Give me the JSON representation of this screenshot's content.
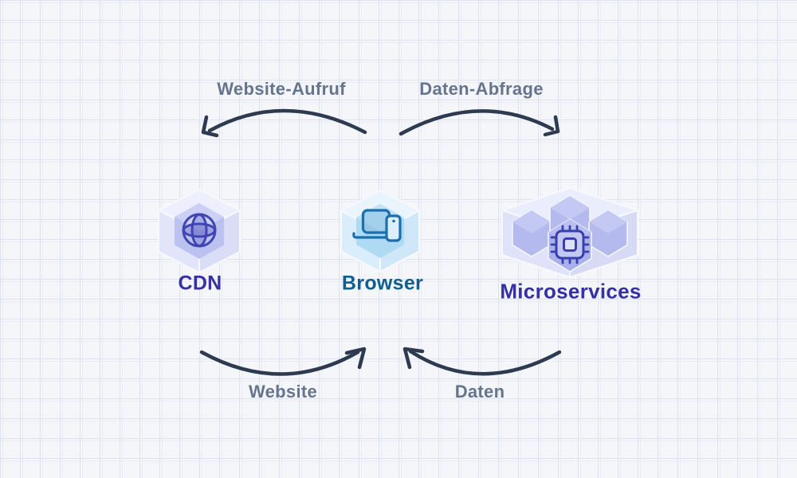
{
  "diagram": {
    "nodes": [
      {
        "id": "cdn",
        "label": "CDN",
        "icon": "globe-icon"
      },
      {
        "id": "browser",
        "label": "Browser",
        "icon": "devices-icon"
      },
      {
        "id": "microservices",
        "label": "Microservices",
        "icon": "chip-icon"
      }
    ],
    "flows": [
      {
        "label": "Website-Aufruf",
        "from": "browser",
        "to": "cdn",
        "position": "top-left"
      },
      {
        "label": "Daten-Abfrage",
        "from": "browser",
        "to": "microservices",
        "position": "top-right"
      },
      {
        "label": "Website",
        "from": "cdn",
        "to": "browser",
        "position": "bottom-left"
      },
      {
        "label": "Daten",
        "from": "microservices",
        "to": "browser",
        "position": "bottom-right"
      }
    ]
  },
  "theme": {
    "bg": "#f4f6fa",
    "grid-line": "#dfe2ed",
    "grid-line-2": "#eaecf5",
    "seam": "#f7f9fd",
    "arrow": "#2d3a50",
    "flow-label": "#66758c",
    "cdn-label": "#3530a3",
    "browser-label": "#0e5f90",
    "ms-label": "#3530a3",
    "cdn-top": "#edeffc",
    "cdn-left": "#e2e5f9",
    "cdn-right": "#d9def6",
    "cdn-inner": "#bcc2f0",
    "cdn-inner-top": "#cbd0f4",
    "globe": "#4045b2",
    "br-top": "#e9f4fc",
    "br-left": "#daedfa",
    "br-right": "#cfe7f8",
    "br-inner": "#aedaf3",
    "br-inner-top": "#c0e3f7",
    "device": "#1b6fad",
    "phone-fill": "#ddeffb",
    "ms-top": "#eaedfb",
    "ms-left": "#dfe2f8",
    "ms-right": "#d6daf4",
    "ms-hex": "#b4baee",
    "ms-hex-top": "#c4c9f3",
    "ms-front": "#a9b0ea",
    "ms-front-top": "#b9bff0",
    "chip": "#3a3fae",
    "chip-fill": "#c3c8f1",
    "chip-inner": "#dde0f8"
  }
}
